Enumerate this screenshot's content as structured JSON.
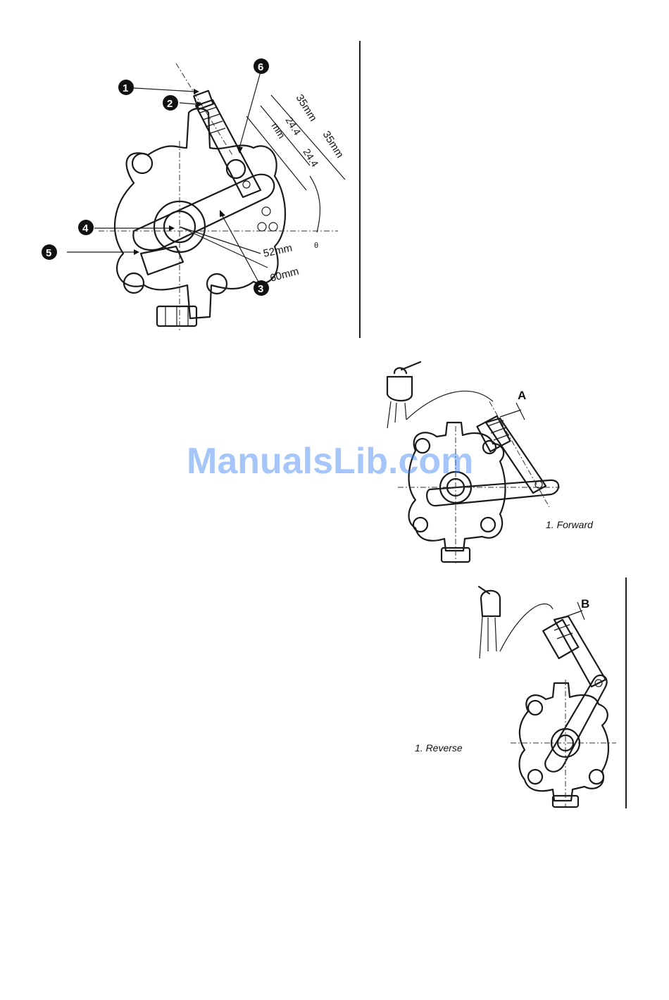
{
  "figure_top": {
    "callouts": [
      "1",
      "2",
      "3",
      "4",
      "5",
      "6"
    ],
    "dimensions": [
      "35mm",
      "35mm",
      "24.4",
      "mm",
      "24.4",
      "52mm",
      "60mm"
    ],
    "angle_label": "θ"
  },
  "figure_forward": {
    "letter": "A",
    "caption": "1. Forward"
  },
  "figure_reverse": {
    "letter": "B",
    "caption": "1. Reverse"
  },
  "watermark": "ManualsLib.com"
}
